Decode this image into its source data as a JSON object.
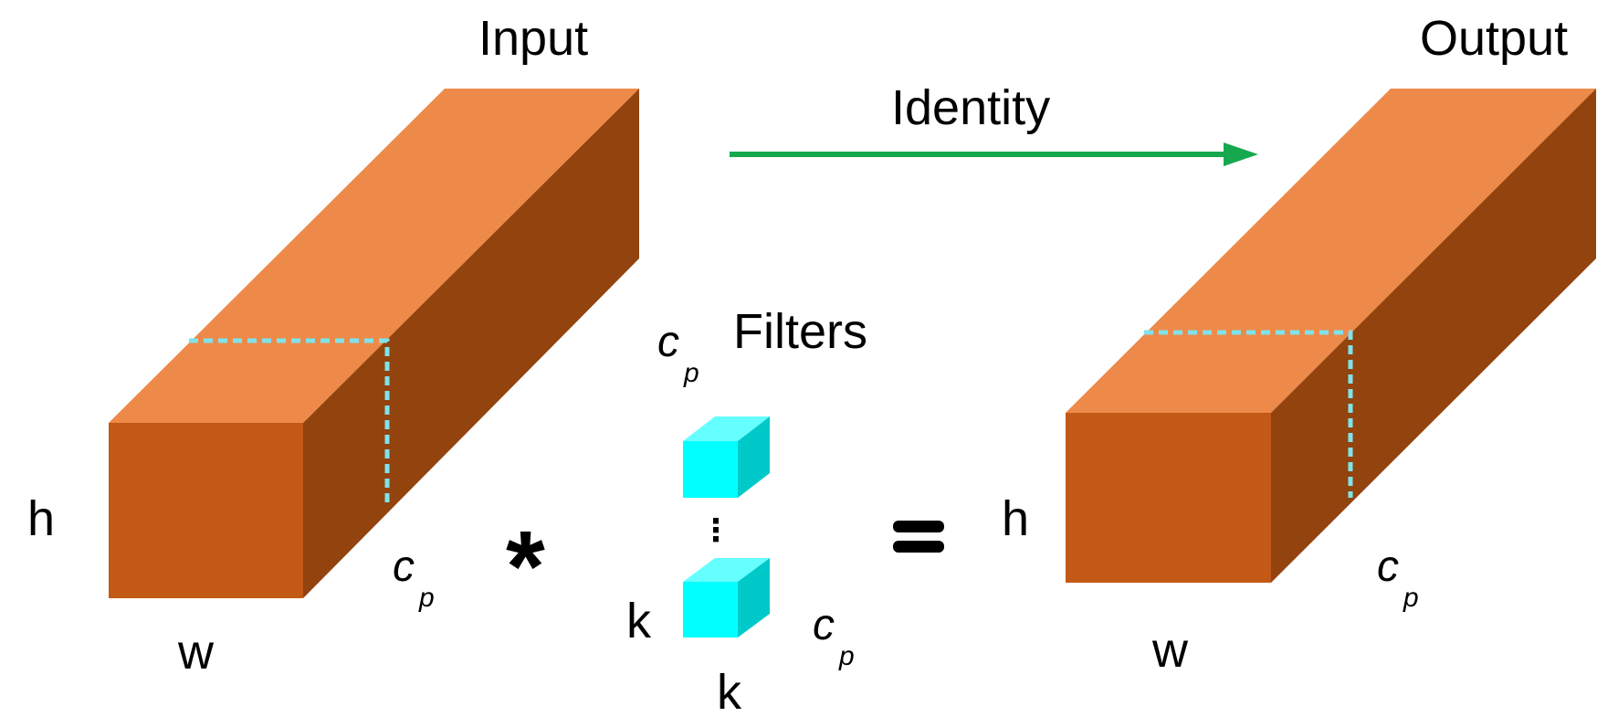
{
  "labels": {
    "input": "Input",
    "output": "Output",
    "identity": "Identity",
    "filters": "Filters",
    "h": "h",
    "w": "w",
    "k": "k",
    "c": "c",
    "p": "p",
    "multiply": "*",
    "equals": "=",
    "vdots": "⋮"
  },
  "colors": {
    "block_front": "#c25916",
    "block_top": "#ee8a49",
    "block_side": "#92430e",
    "slice_dash": "#7fe3ea",
    "filter_front": "#00ffff",
    "filter_top": "#66ffff",
    "filter_side": "#00c9c9",
    "arrow": "#15a84f"
  }
}
